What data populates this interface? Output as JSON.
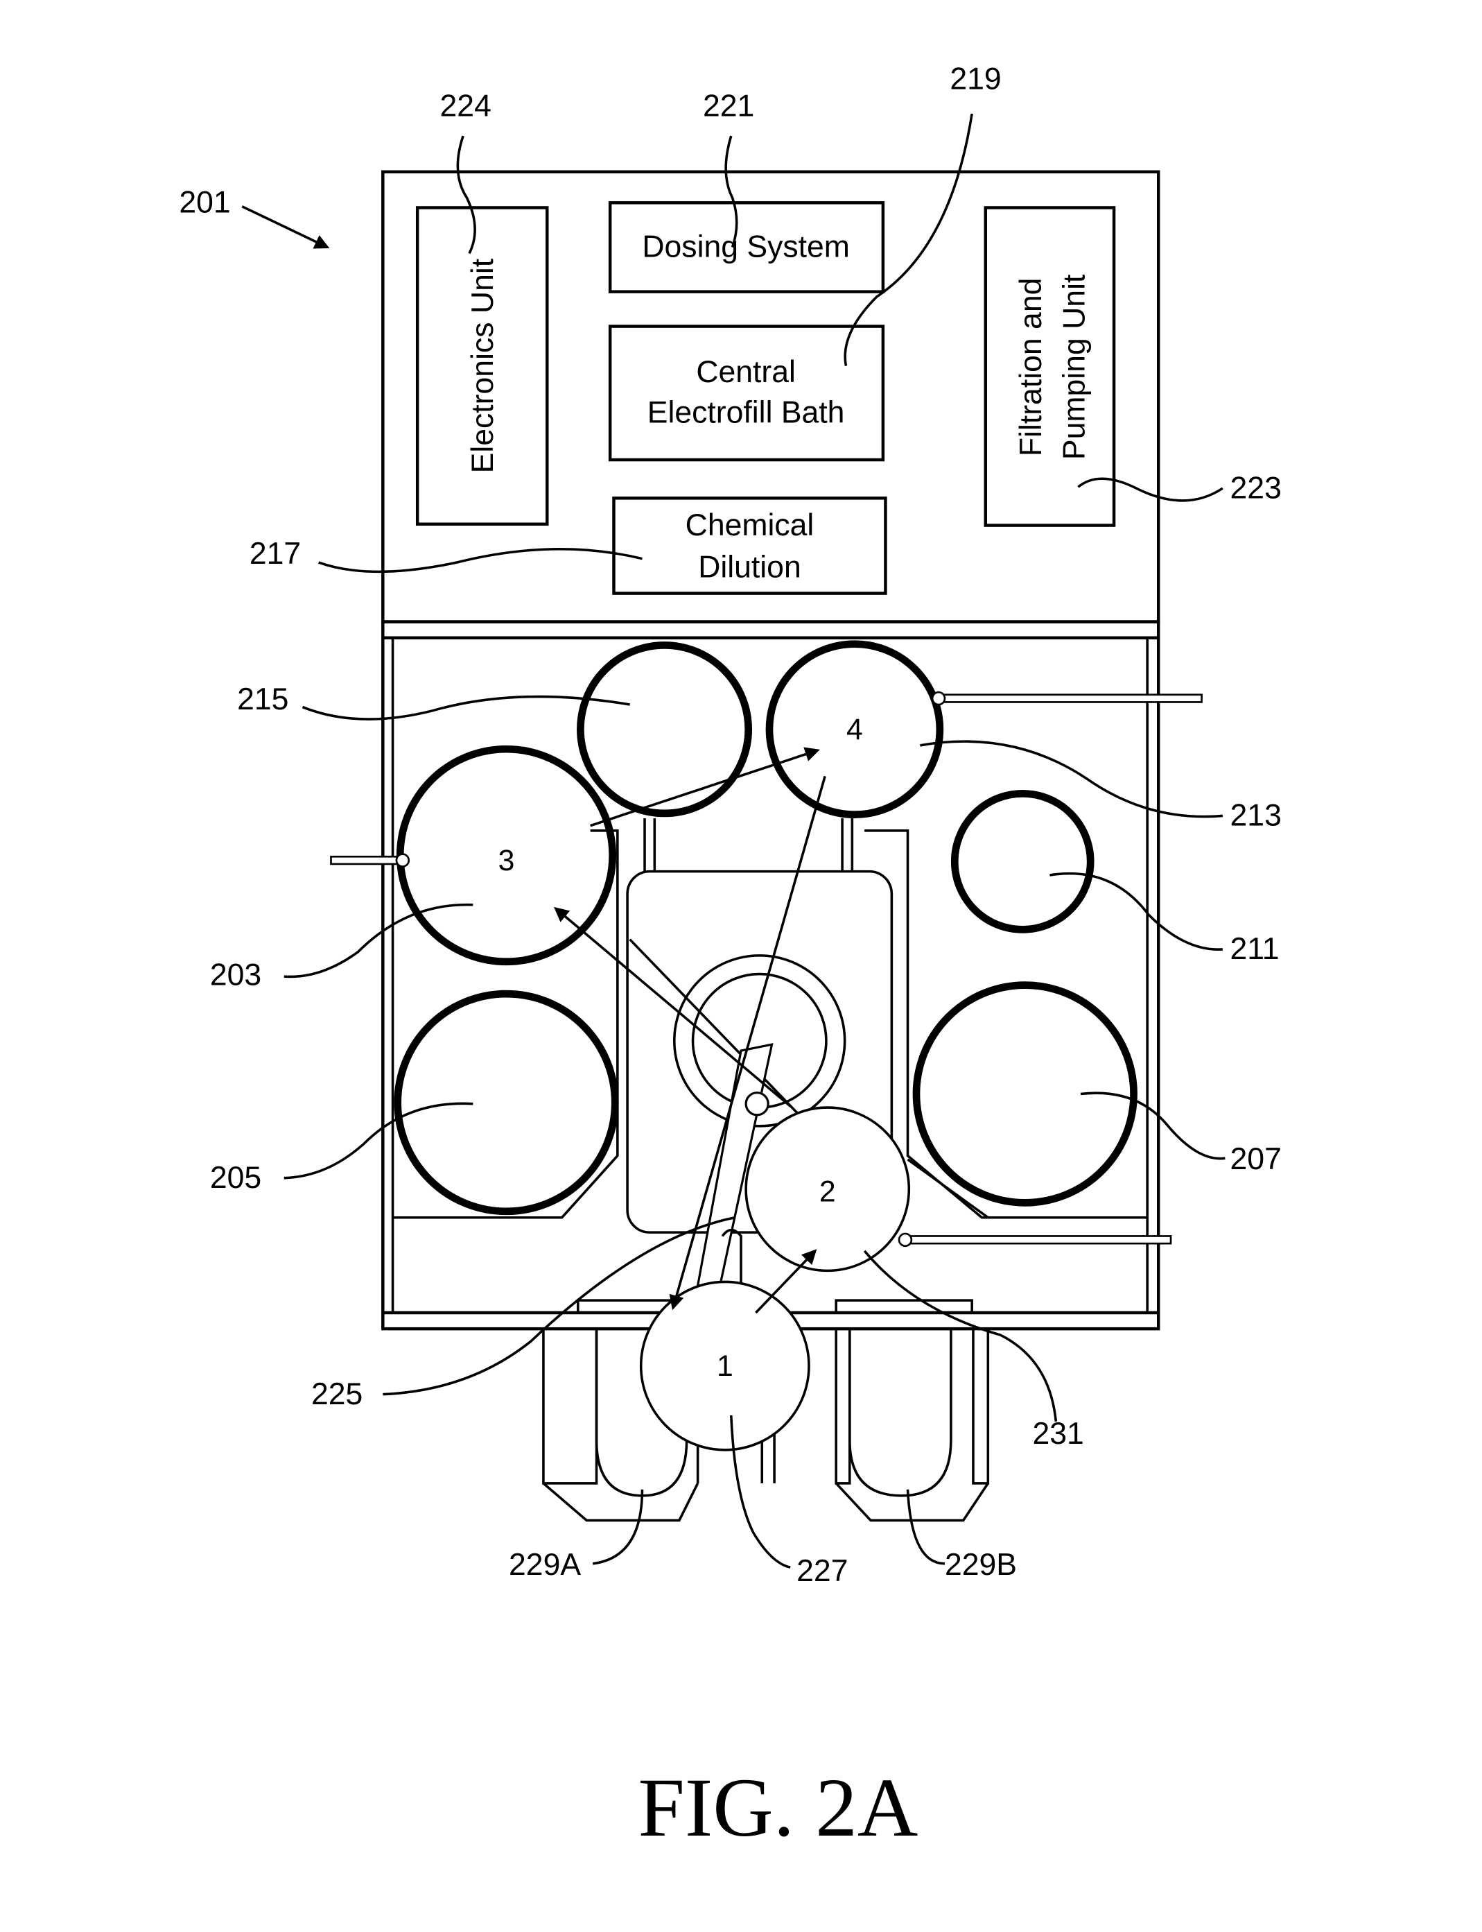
{
  "figure": {
    "caption": "FIG. 2A",
    "reference_labels": {
      "system": "201",
      "electronics_unit": "224",
      "dosing_system": "221",
      "central_bath": "219",
      "filtration_unit": "223",
      "chemical_dilution": "217",
      "module_215": "215",
      "module_213": "213",
      "module_211": "211",
      "module_203": "203",
      "module_205": "205",
      "module_207": "207",
      "robot_225": "225",
      "station_231": "231",
      "robot_227": "227",
      "load_port_a": "229A",
      "load_port_b": "229B"
    },
    "boxes": {
      "electronics_unit": "Electronics Unit",
      "dosing_system": "Dosing System",
      "central_bath_line1": "Central",
      "central_bath_line2": "Electrofill Bath",
      "chemical_dilution_line1": "Chemical",
      "chemical_dilution_line2": "Dilution",
      "filtration_line1": "Filtration and",
      "filtration_line2": "Pumping Unit"
    },
    "stations": {
      "s1": "1",
      "s2": "2",
      "s3": "3",
      "s4": "4"
    }
  }
}
